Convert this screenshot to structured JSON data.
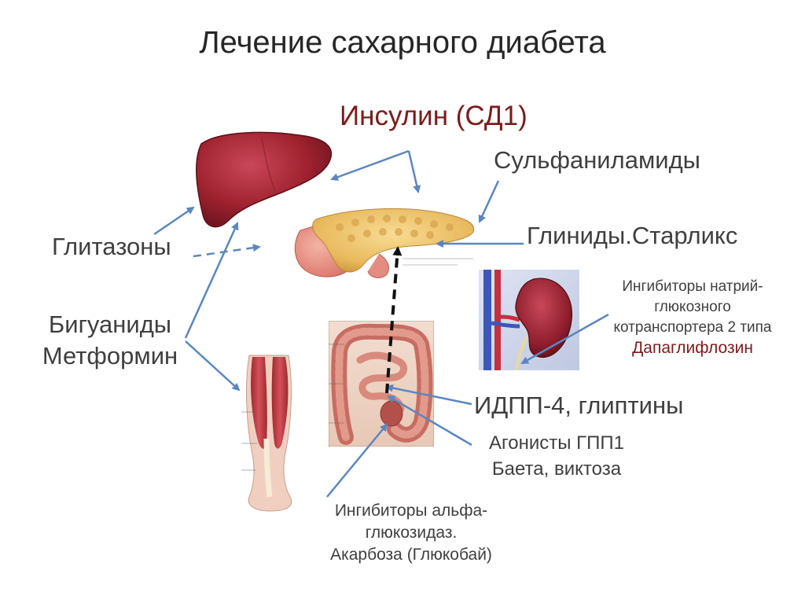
{
  "slide": {
    "title": "Лечение сахарного диабета"
  },
  "labels": {
    "insulin": "Инсулин (СД1)",
    "sulfonylureas": "Сульфаниламиды",
    "glinides": "Глиниды.Старликс",
    "glitazones": "Глитазоны",
    "biguanides_line1": "Бигуаниды",
    "biguanides_line2": "Метформин",
    "sglt2_line1": "Ингибиторы натрий-",
    "sglt2_line2": "глюкозного",
    "sglt2_line3": "котранспортера 2 типа",
    "sglt2_drug": "Дапаглифлозин",
    "dpp4": "ИДПП-4, глиптины",
    "glp1_line1": "Агонисты ГПП1",
    "glp1_line2": "Баета, виктоза",
    "alpha_line1": "Ингибиторы альфа-",
    "alpha_line2": "глюкозидаз.",
    "alpha_line3": "Акарбоза (Глюкобай)"
  },
  "organs": [
    "liver-icon",
    "pancreas-icon",
    "kidney-icon",
    "intestine-icon",
    "leg-muscle-icon"
  ],
  "colors": {
    "arrow": "#5b86c0",
    "text": "#3f3f3f",
    "accent_red": "#7a1c1c",
    "organ_red": "#a8283a",
    "pancreas_yellow": "#efc467"
  }
}
